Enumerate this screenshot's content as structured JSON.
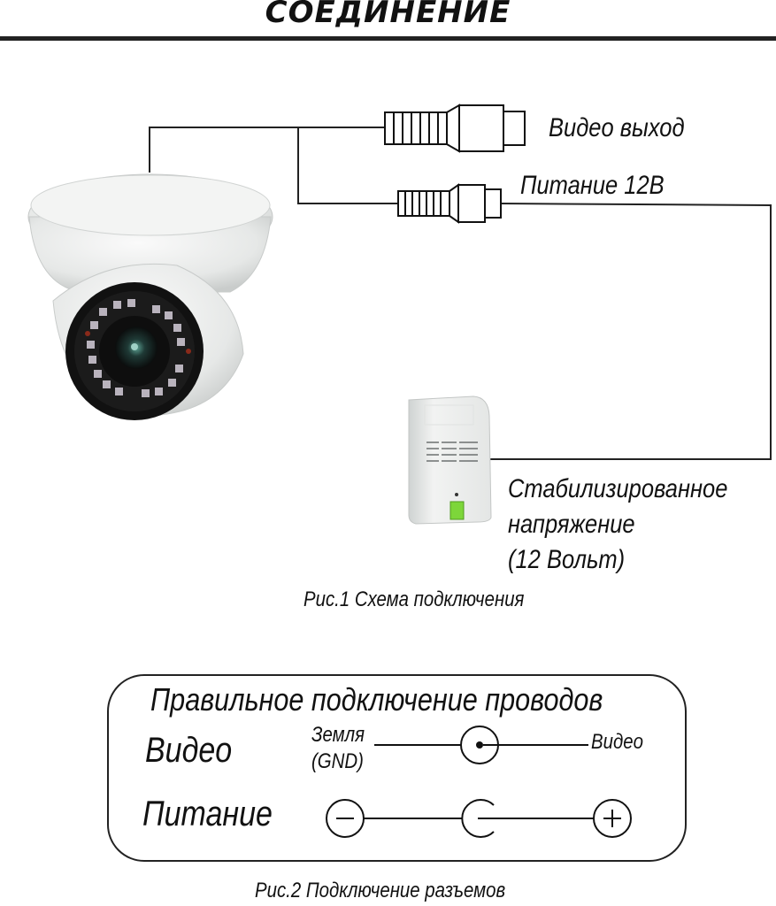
{
  "header": {
    "title": "СОЕДИНЕНИЕ"
  },
  "figure1": {
    "connectors": {
      "video_out_label": "Видео выход",
      "power_label": "Питание 12В"
    },
    "power_supply": {
      "label_lines": [
        "Стабилизированное",
        "напряжение",
        "(12 Вольт)"
      ],
      "terminal_color": "#7dd63a"
    },
    "devices": {
      "camera": "dome-camera-image",
      "psu": "power-supply-image"
    },
    "caption": "Рис.1 Схема подключения"
  },
  "figure2": {
    "panel_title": "Правильное подключение проводов",
    "video_row": {
      "label": "Видео",
      "ground_label_lines": [
        "Земля",
        "(GND)"
      ],
      "signal_label": "Видео"
    },
    "power_row": {
      "label": "Питание",
      "minus_symbol": "−",
      "plus_symbol": "+"
    },
    "caption": "Рис.2 Подключение разъемов"
  }
}
